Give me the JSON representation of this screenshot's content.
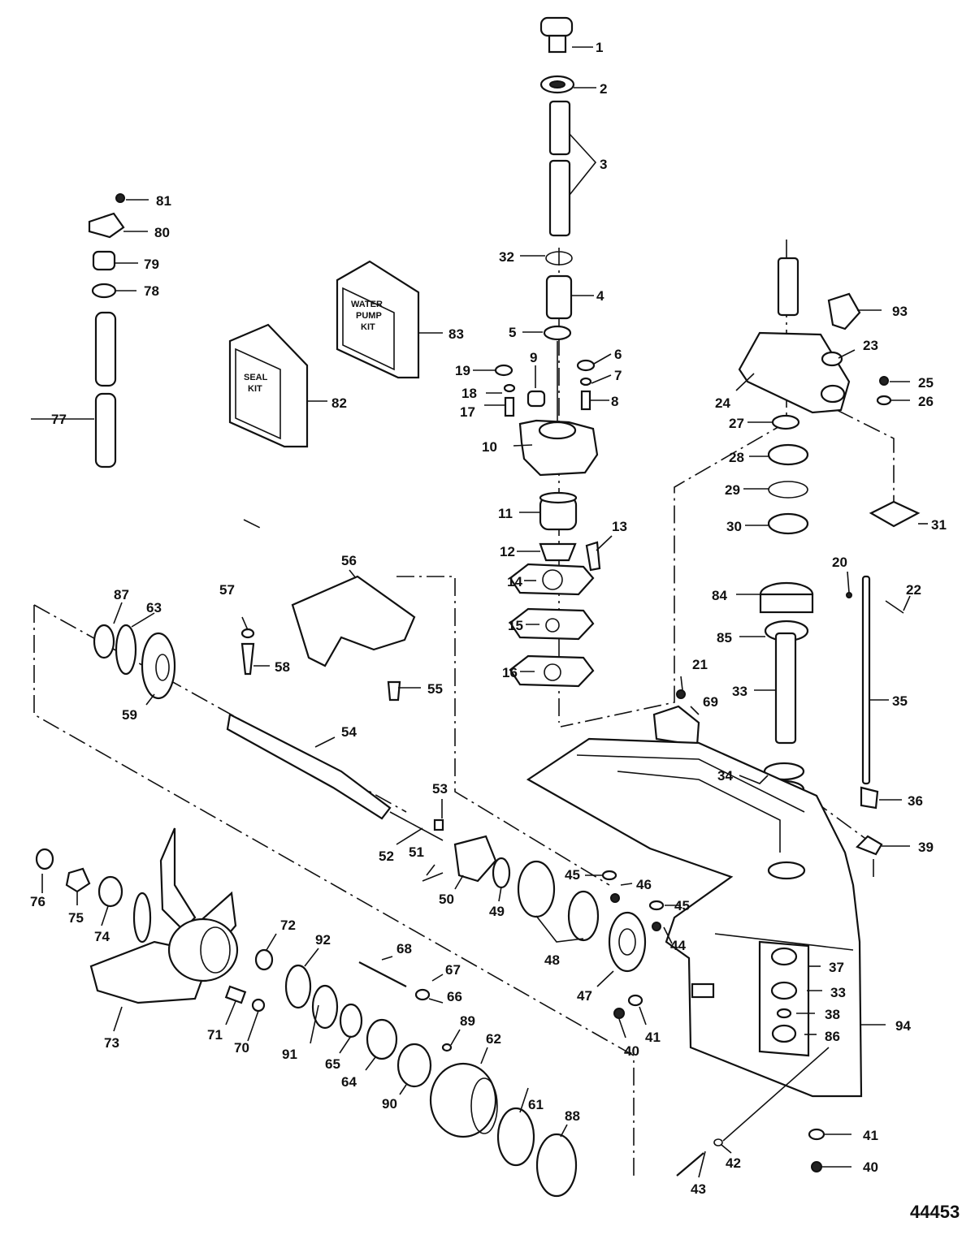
{
  "figure_number": "44453",
  "kits": {
    "seal_kit": [
      "SEAL",
      "KIT"
    ],
    "water_pump_kit": [
      "WATER",
      "PUMP",
      "KIT"
    ]
  },
  "callouts": [
    "1",
    "2",
    "3",
    "4",
    "5",
    "6",
    "7",
    "8",
    "9",
    "10",
    "11",
    "12",
    "13",
    "14",
    "15",
    "16",
    "17",
    "18",
    "19",
    "20",
    "21",
    "22",
    "23",
    "24",
    "25",
    "26",
    "27",
    "28",
    "29",
    "30",
    "31",
    "32",
    "33",
    "34",
    "35",
    "36",
    "37",
    "38",
    "39",
    "40",
    "41",
    "42",
    "43",
    "44",
    "45",
    "46",
    "47",
    "48",
    "49",
    "50",
    "51",
    "52",
    "53",
    "54",
    "55",
    "56",
    "57",
    "58",
    "59",
    "61",
    "62",
    "63",
    "64",
    "65",
    "66",
    "67",
    "68",
    "69",
    "70",
    "71",
    "72",
    "73",
    "74",
    "75",
    "76",
    "77",
    "78",
    "79",
    "80",
    "81",
    "82",
    "83",
    "84",
    "85",
    "86",
    "87",
    "88",
    "89",
    "90",
    "91",
    "92",
    "93",
    "94"
  ]
}
